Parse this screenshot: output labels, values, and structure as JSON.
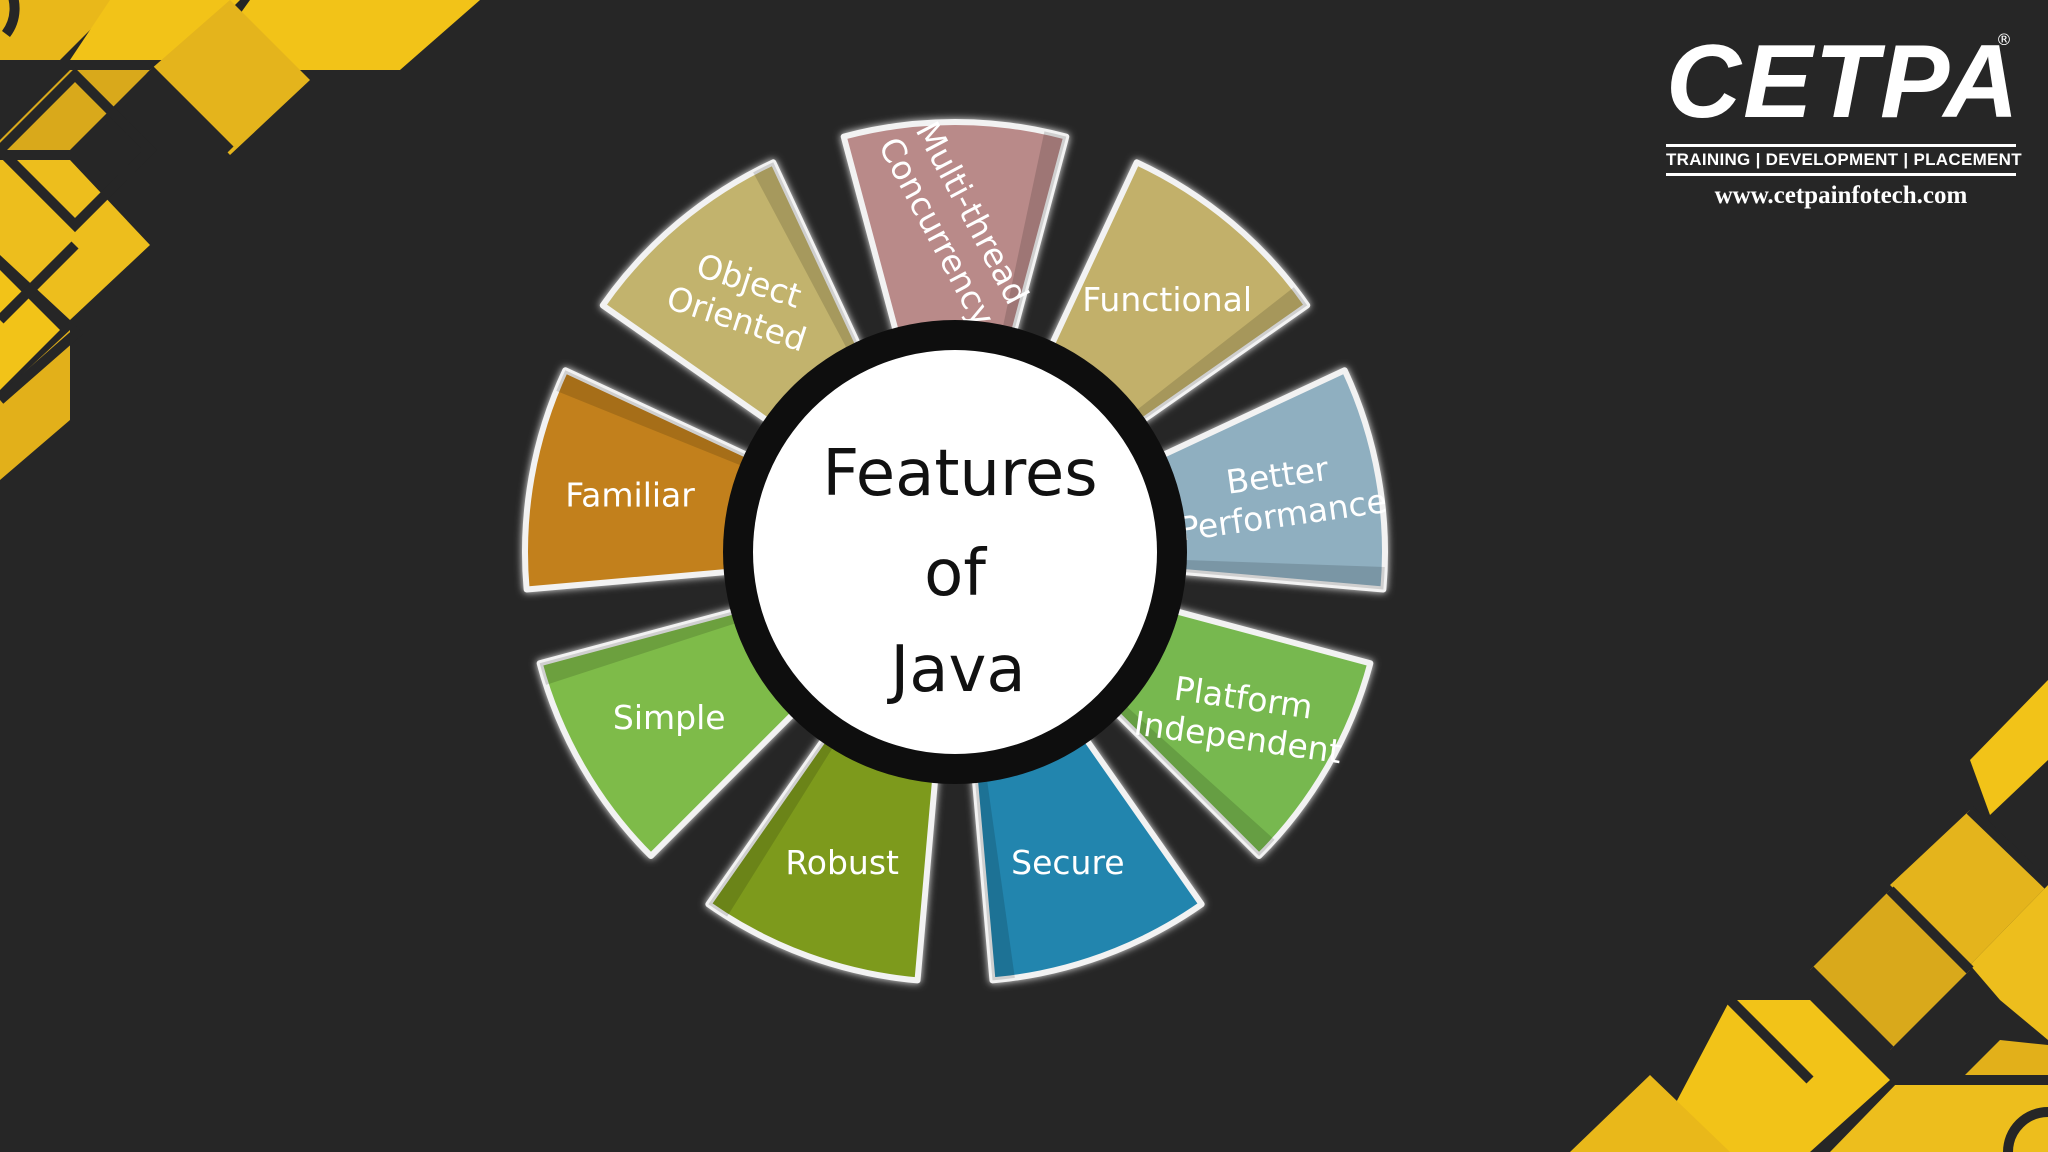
{
  "diagram": {
    "center": {
      "lines": [
        "Features",
        "of",
        "Java"
      ]
    },
    "petals": [
      {
        "key": "multi-thread",
        "lines": [
          "Multi-thread",
          "Concurrency"
        ],
        "color": "#b98a89"
      },
      {
        "key": "functional",
        "lines": [
          "Functional"
        ],
        "color": "#c2b06a"
      },
      {
        "key": "better-performance",
        "lines": [
          "Better",
          "Performance"
        ],
        "color": "#8fafc0"
      },
      {
        "key": "platform-independent",
        "lines": [
          "Platform",
          "Independent"
        ],
        "color": "#77b84f"
      },
      {
        "key": "secure",
        "lines": [
          "Secure"
        ],
        "color": "#2485ae"
      },
      {
        "key": "robust",
        "lines": [
          "Robust"
        ],
        "color": "#7d9a1e"
      },
      {
        "key": "simple",
        "lines": [
          "Simple"
        ],
        "color": "#7ebb4a"
      },
      {
        "key": "familiar",
        "lines": [
          "Familiar"
        ],
        "color": "#c2801e"
      },
      {
        "key": "object-oriented",
        "lines": [
          "Object",
          "Oriented"
        ],
        "color": "#c2b36d"
      }
    ]
  },
  "brand": {
    "name": "CETPA",
    "registered": "®",
    "tagline": "TRAINING | DEVELOPMENT | PLACEMENT",
    "url": "www.cetpainfotech.com"
  },
  "colors": {
    "background": "#262626",
    "accent": "#f2c318",
    "ring": "#111111"
  }
}
